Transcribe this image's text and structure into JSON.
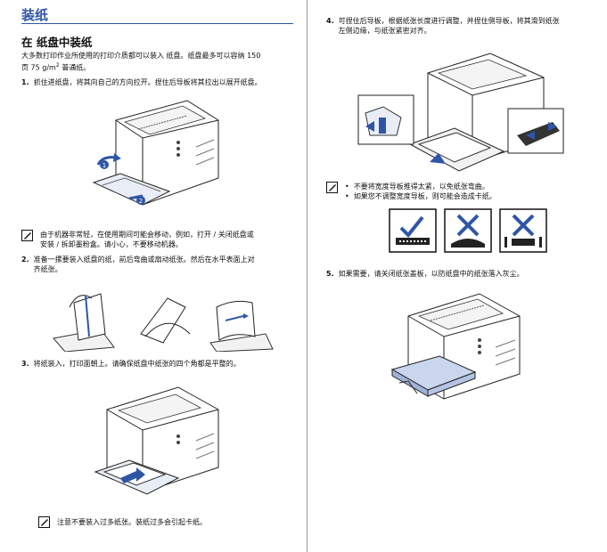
{
  "section_title": "装纸",
  "subsection_title": "在 纸盘中装纸",
  "intro": {
    "line1": "大多数打印作业所使用的打印介质都可以装入 纸盘。纸盘最多可以容纳 150",
    "line2_a": "页 75 g/m",
    "line2_sup": "2",
    "line2_b": " 普通纸。"
  },
  "steps": {
    "s1": {
      "num": "1.",
      "text": "抓住进纸盘，将其向自己的方向拉开。捏住后导板将其拉出以展开纸盘。"
    },
    "s2": {
      "num": "2.",
      "line1": "准备一摞要装入纸盘的纸，前后弯曲或扇动纸张。然后在水平表面上对",
      "line2": "齐纸张。"
    },
    "s3": {
      "num": "3.",
      "text": "将纸装入，打印面朝上。请确保纸盘中纸张的四个角都是平整的。"
    },
    "s4": {
      "num": "4.",
      "line1": "可捏住后导板，根据纸张长度进行调整，并捏住侧导板，将其滑到纸张",
      "line2": "左侧边缘，与纸张紧密对齐。"
    },
    "s5": {
      "num": "5.",
      "text": "如果需要，请关闭纸张盖板，以防纸盘中的纸张落入灰尘。"
    }
  },
  "notes": {
    "n1_line1": "由于机器非常轻，在使用期间可能会移动，例如，打开 / 关闭纸盘或",
    "n1_line2": "安装 / 拆卸墨粉盒。请小心，不要移动机器。",
    "n2": "注意不要装入过多纸张。装纸过多会引起卡纸。",
    "n3_b1": "不要将宽度导板推得太紧，以免纸张弯曲。",
    "n3_b2": "如果您不调整宽度导板，则可能会造成卡纸。",
    "bullet": "•"
  },
  "illustration_labels": {
    "callout1": "1",
    "callout2": "2"
  },
  "colors": {
    "heading": "#2f56a6",
    "accent": "#3a6fc4",
    "dark": "#111111"
  }
}
